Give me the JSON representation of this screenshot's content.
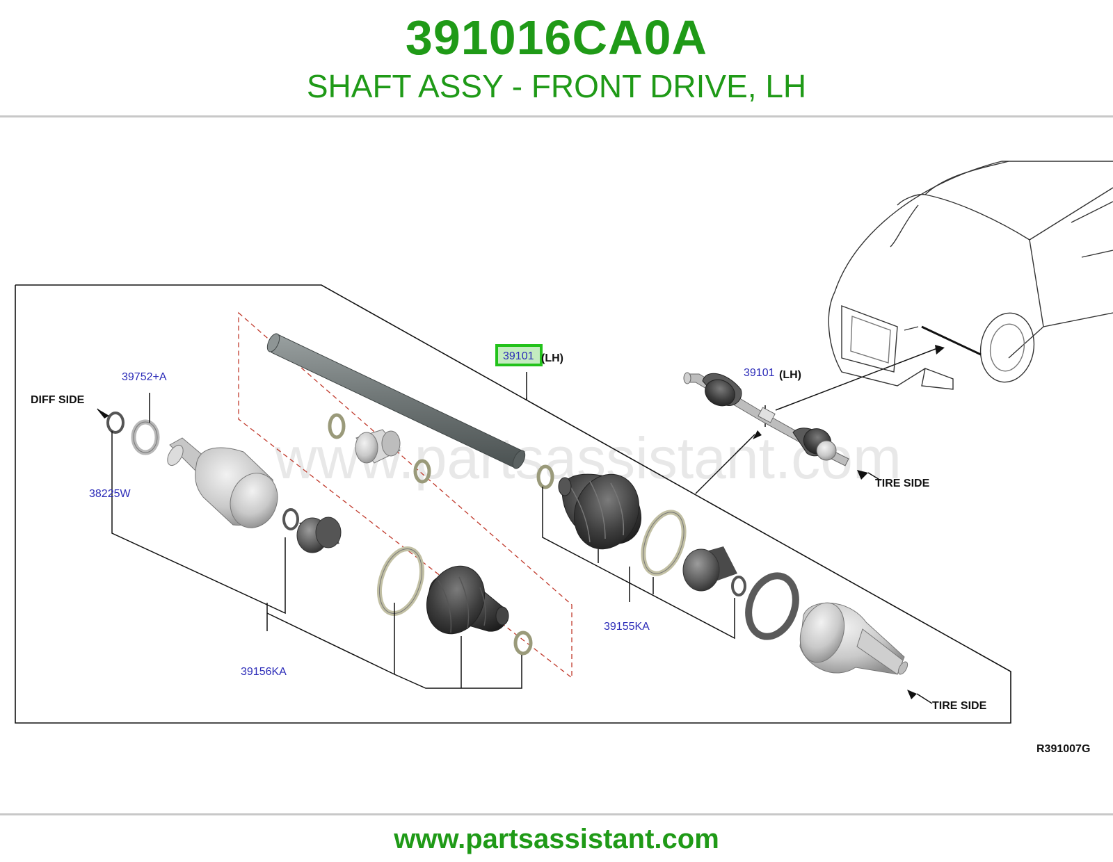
{
  "header": {
    "part_number": "391016CA0A",
    "description": "SHAFT ASSY - FRONT DRIVE, LH"
  },
  "diagram": {
    "watermark": "www.partsassistant.com",
    "ref_code": "R391007G",
    "callouts": {
      "main_part": "39101",
      "main_part_suffix": "(LH)",
      "detail_part": "39101",
      "detail_part_suffix": "(LH)",
      "p39752": "39752+A",
      "p38225": "38225W",
      "p39156": "39156KA",
      "p39155": "39155KA"
    },
    "side_labels": {
      "diff_side": "DIFF SIDE",
      "tire_side_main": "TIRE SIDE",
      "tire_side_detail": "TIRE SIDE"
    },
    "colors": {
      "brand_green": "#1f9a17",
      "callout_blue": "#2b2bb8",
      "highlight_green": "#22c21a"
    }
  },
  "footer": {
    "url": "www.partsassistant.com"
  }
}
